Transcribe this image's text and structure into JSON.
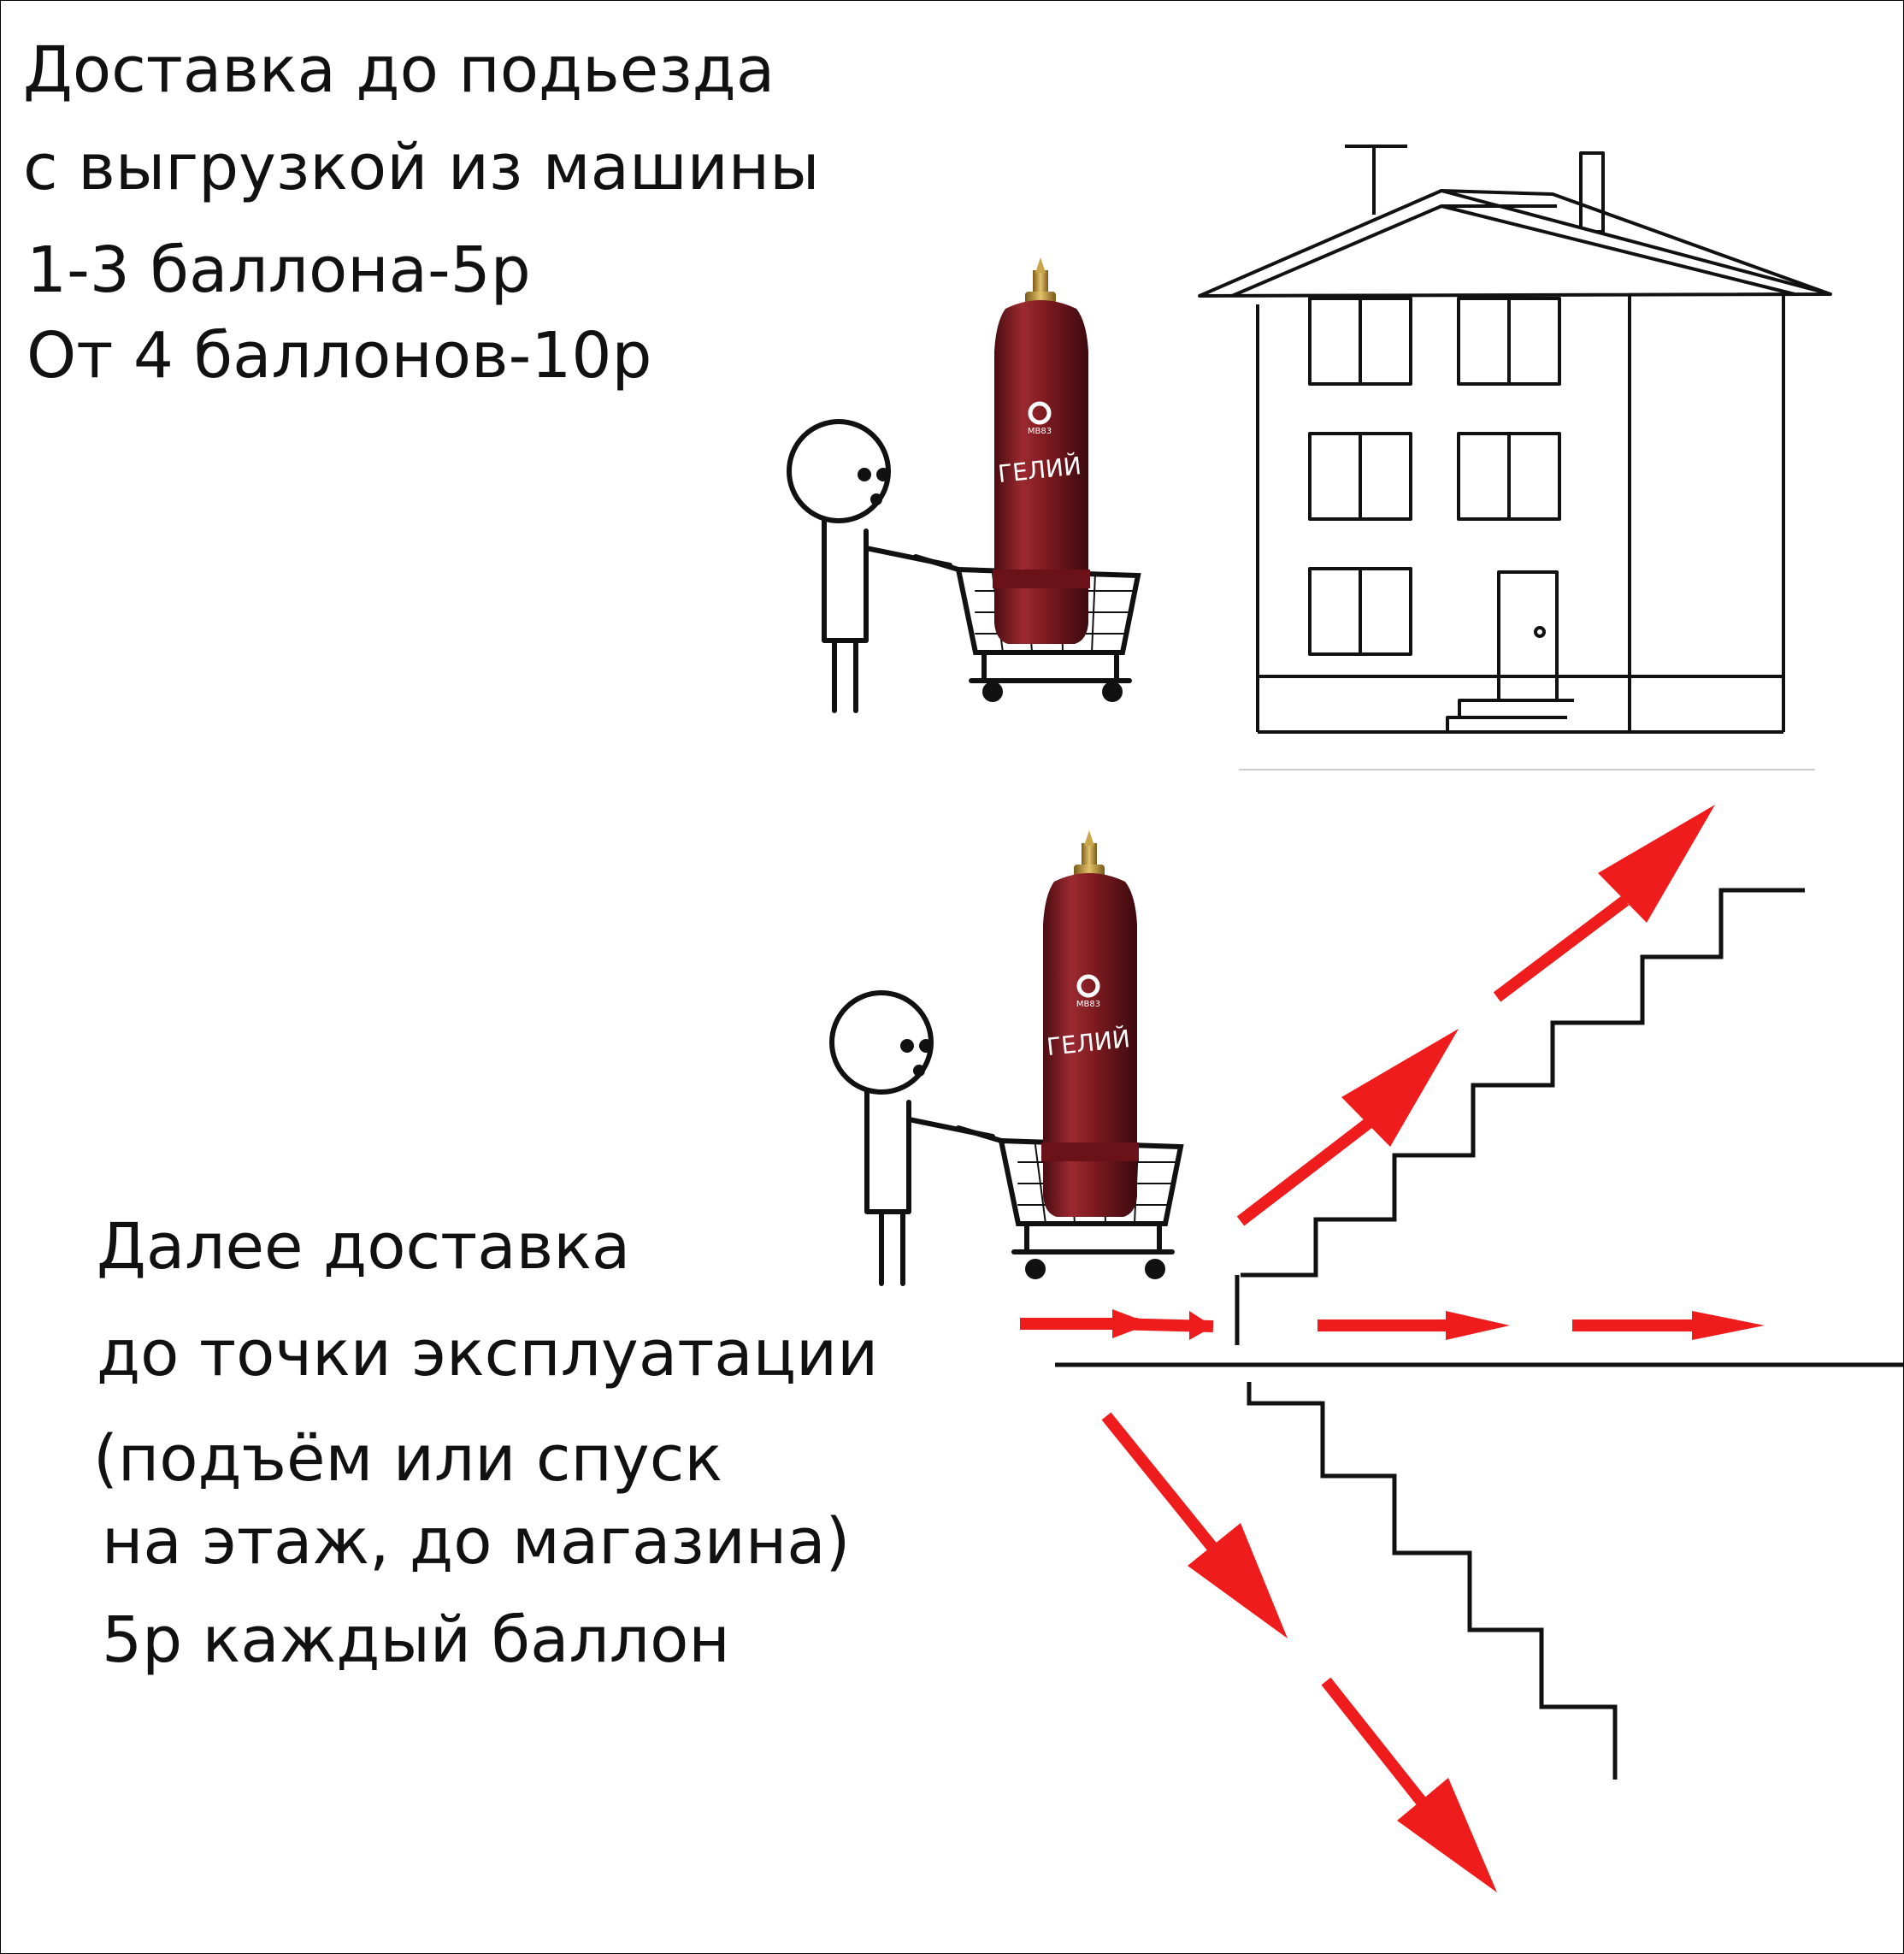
{
  "top_text": {
    "line1": "Доставка до подьезда",
    "line2": "с выгрузкой из машины",
    "line3": "1-3 баллона-5р",
    "line4": "От 4 баллонов-10р"
  },
  "bottom_text": {
    "line1": "Далее доставка",
    "line2": "до точки эксплуатации",
    "line3": "(подъём или спуск",
    "line4": "на этаж, до магазина)",
    "line5": "5р каждый баллон"
  },
  "cylinder": {
    "label": "ГЕЛИЙ",
    "mark": "МВ83",
    "color": "#8e1e24"
  },
  "icons": [
    "stick-figure-icon",
    "shopping-cart-icon",
    "gas-cylinder-icon",
    "house-icon",
    "stairs-icon",
    "arrow-icon"
  ],
  "colors": {
    "arrow": "#ee1c1c",
    "line": "#111111"
  }
}
